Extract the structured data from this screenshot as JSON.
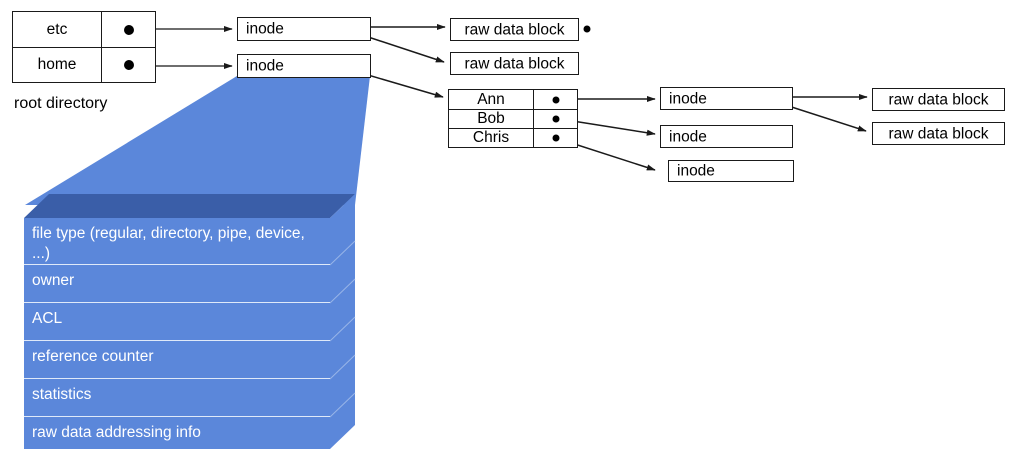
{
  "title": "inode / directory structure diagram",
  "colors": {
    "stroke": "#1a1a1a",
    "edge": "#404040",
    "slab_face": "#5b87da",
    "slab_side": "#5b87da",
    "slab_top": "#3a5ea8",
    "slab_text": "#ffffff",
    "background": "#ffffff"
  },
  "root_directory": {
    "caption": "root directory",
    "rows": [
      {
        "name": "etc",
        "pointer": "pointer-dot"
      },
      {
        "name": "home",
        "pointer": "pointer-dot"
      }
    ]
  },
  "home_directory": {
    "rows": [
      {
        "name": "Ann",
        "pointer": "pointer-dot"
      },
      {
        "name": "Bob",
        "pointer": "pointer-dot"
      },
      {
        "name": "Chris",
        "pointer": "pointer-dot"
      }
    ]
  },
  "inodes": [
    {
      "id": "inode-etc",
      "label": "inode",
      "pointers": 2
    },
    {
      "id": "inode-home",
      "label": "inode",
      "pointers": 1
    },
    {
      "id": "inode-ann",
      "label": "inode",
      "pointers": 2
    },
    {
      "id": "inode-bob",
      "label": "inode",
      "pointers": 0
    },
    {
      "id": "inode-chris",
      "label": "inode",
      "pointers": 0
    }
  ],
  "raw_data_blocks": [
    {
      "id": "raw-etc-1",
      "label": "raw data block"
    },
    {
      "id": "raw-etc-2",
      "label": "raw data block"
    },
    {
      "id": "raw-ann-1",
      "label": "raw data block"
    },
    {
      "id": "raw-ann-2",
      "label": "raw data block"
    }
  ],
  "inode_detail": {
    "fields": [
      "file type (regular, directory, pipe, device, ...)",
      "owner",
      "ACL",
      "reference counter",
      "statistics",
      "raw data addressing info"
    ]
  }
}
